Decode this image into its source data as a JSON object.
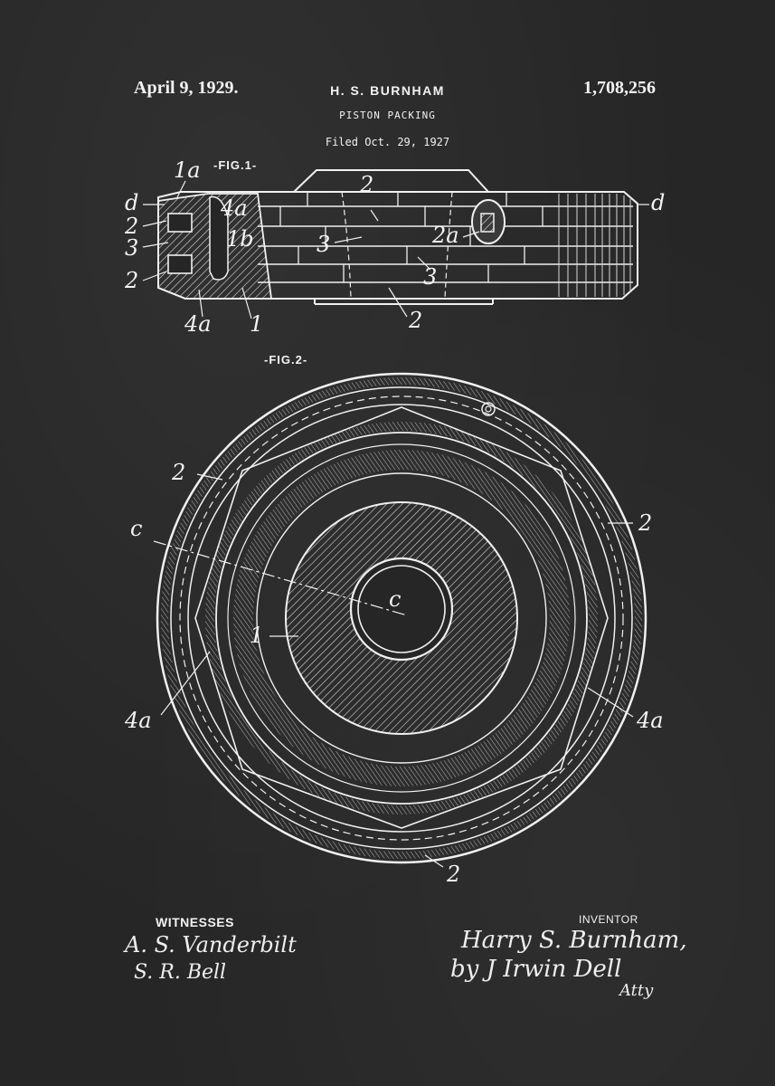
{
  "header": {
    "date": "April 9, 1929.",
    "inventor": "H. S. BURNHAM",
    "patent_number": "1,708,256",
    "title": "PISTON PACKING",
    "filed": "Filed Oct. 29, 1927"
  },
  "figures": {
    "fig1_label": "-FIG.1-",
    "fig2_label": "-FIG.2-",
    "fig1_refs": {
      "r1a": "1a",
      "d_left": "d",
      "d_right": "d",
      "r2_a": "2",
      "r3_a": "3",
      "r2_b": "2",
      "r4a_top": "4a",
      "r1b": "1b",
      "r4a_bottom": "4a",
      "r1": "1",
      "r2_top": "2",
      "r3_mid": "3",
      "r2a": "2a",
      "r3_right": "3",
      "r2_bottom": "2"
    },
    "fig2_refs": {
      "r2_ul": "2",
      "c_outer": "c",
      "c_inner": "c",
      "r1": "1",
      "r2_right": "2",
      "r4a_left": "4a",
      "r4a_right": "4a",
      "r2_bottom": "2"
    }
  },
  "witnesses": {
    "heading": "WITNESSES",
    "sig1": "A. S. Vanderbilt",
    "sig2": "S. R. Bell"
  },
  "inventor_block": {
    "heading": "INVENTOR",
    "sig": "Harry S. Burnham,",
    "attorney": "by J Irwin Dell",
    "suffix": "Atty"
  }
}
